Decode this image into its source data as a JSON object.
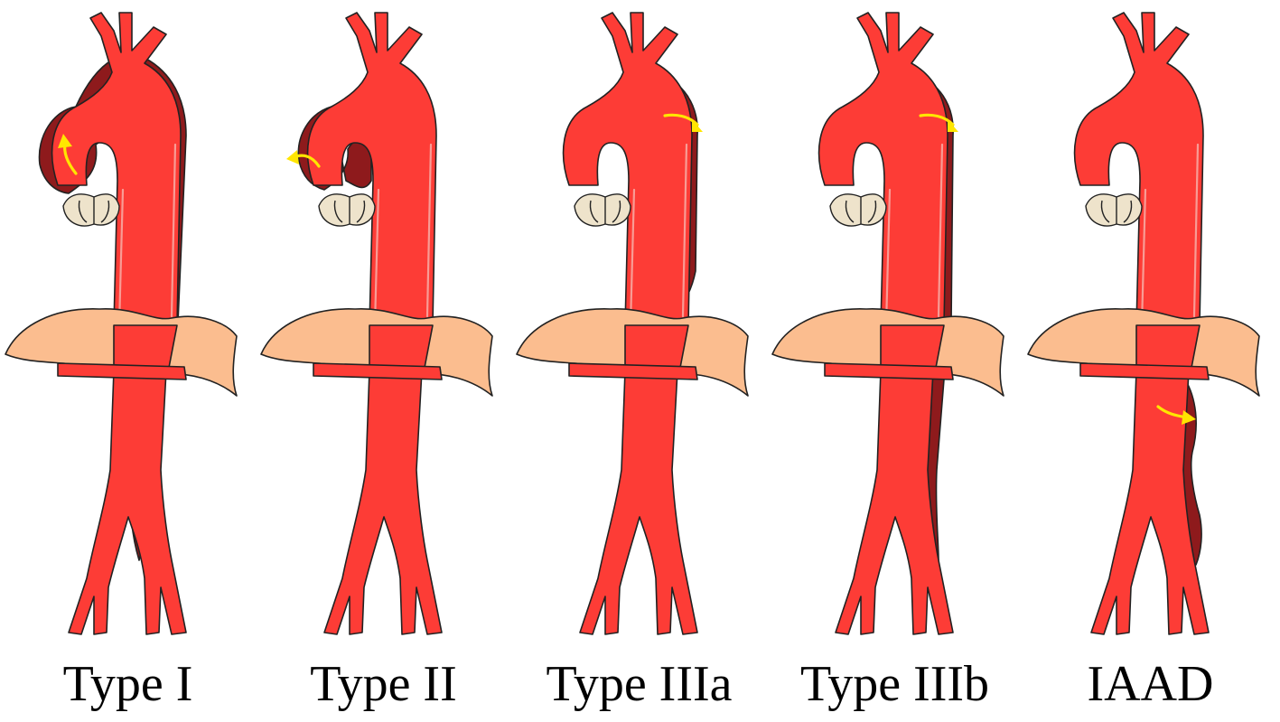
{
  "colors": {
    "true_lumen": "#fd3c36",
    "false_lumen": "#8e1a1c",
    "diaphragm": "#fbbd8f",
    "valve": "#eee3cb",
    "tear_arrow": "#ffe600",
    "background": "#ffffff"
  },
  "panels": [
    {
      "id": "type-i",
      "label": "Type I",
      "false_lumen_extent": "ascending aorta to iliac"
    },
    {
      "id": "type-ii",
      "label": "Type II",
      "false_lumen_extent": "ascending aorta only"
    },
    {
      "id": "type-iiia",
      "label": "Type IIIa",
      "false_lumen_extent": "descending thoracic above diaphragm"
    },
    {
      "id": "type-iiib",
      "label": "Type IIIb",
      "false_lumen_extent": "descending thoracic below diaphragm"
    },
    {
      "id": "iaad",
      "label": "IAAD",
      "false_lumen_extent": "abdominal aorta only"
    }
  ]
}
